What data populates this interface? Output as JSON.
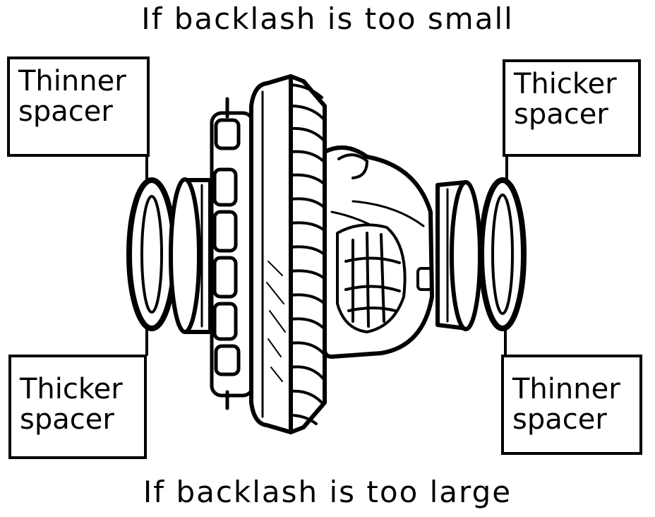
{
  "headings": {
    "top": "If backlash is too small",
    "bottom": "If backlash is too large"
  },
  "labels": {
    "top_left": [
      "Thinner",
      "spacer"
    ],
    "top_right": [
      "Thicker",
      "spacer"
    ],
    "bottom_left": [
      "Thicker",
      "spacer"
    ],
    "bottom_right": [
      "Thinner",
      "spacer"
    ]
  },
  "colors": {
    "ink": "#000000",
    "paper": "#ffffff"
  }
}
